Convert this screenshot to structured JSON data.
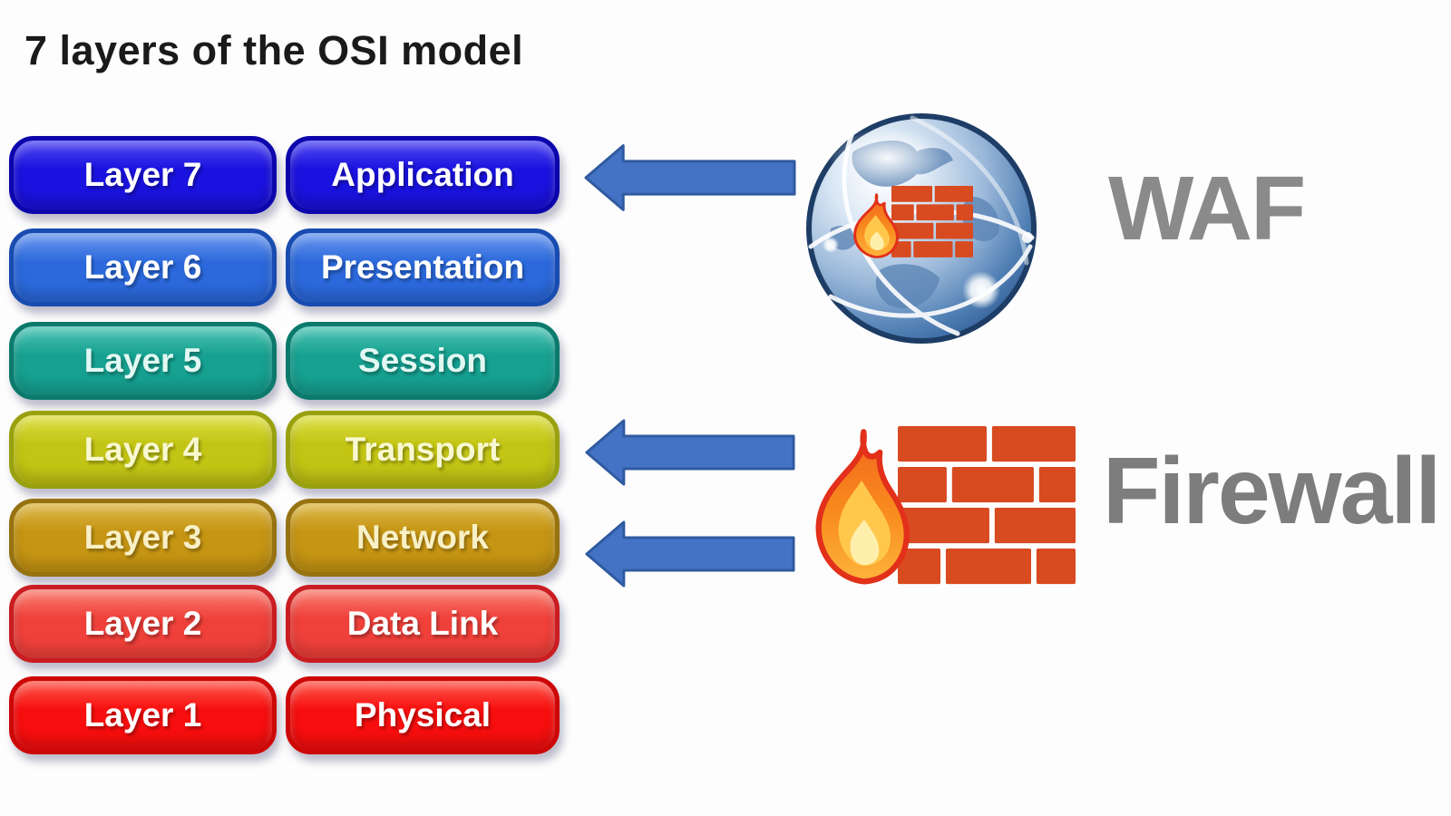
{
  "title": "7 layers of the OSI model",
  "osi_layers": [
    {
      "layer": "Layer 7",
      "name": "Application",
      "colors": {
        "fill": "#1a12df",
        "light": "#514af2",
        "border": "#0d05ac",
        "text": "#ffffff"
      }
    },
    {
      "layer": "Layer 6",
      "name": "Presentation",
      "colors": {
        "fill": "#2b69dc",
        "light": "#6a97ee",
        "border": "#194cb0",
        "text": "#ffffff"
      }
    },
    {
      "layer": "Layer 5",
      "name": "Session",
      "colors": {
        "fill": "#16a191",
        "light": "#4fc4b4",
        "border": "#0b7a6c",
        "text": "#e2f8f2"
      }
    },
    {
      "layer": "Layer 4",
      "name": "Transport",
      "colors": {
        "fill": "#c3c514",
        "light": "#dcde46",
        "border": "#98a00f",
        "text": "#f8f8d0"
      }
    },
    {
      "layer": "Layer 3",
      "name": "Network",
      "colors": {
        "fill": "#c69513",
        "light": "#dcb748",
        "border": "#967211",
        "text": "#f8f0c6"
      }
    },
    {
      "layer": "Layer 2",
      "name": "Data Link",
      "colors": {
        "fill": "#f0403a",
        "light": "#f87f72",
        "border": "#c91d22",
        "text": "#ffffff"
      }
    },
    {
      "layer": "Layer 1",
      "name": "Physical",
      "colors": {
        "fill": "#f80e0e",
        "light": "#fd5a4c",
        "border": "#cd0707",
        "text": "#ffffff"
      }
    }
  ],
  "annotations": {
    "waf": {
      "label": "WAF",
      "color": "#8a8a8a",
      "icon": "globe-with-brick-wall-and-flame-icon"
    },
    "firewall": {
      "label": "Firewall",
      "color": "#7d7d7d",
      "icon": "flame-and-brick-wall-icon"
    }
  },
  "arrows": [
    {
      "name": "waf-to-application",
      "direction": "left",
      "points_at": "Application",
      "color": "#4472c4"
    },
    {
      "name": "firewall-to-transport",
      "direction": "left",
      "points_at": "Transport",
      "color": "#4472c4"
    },
    {
      "name": "firewall-to-network",
      "direction": "left",
      "points_at": "Network",
      "color": "#4472c4"
    }
  ],
  "palette": {
    "background": "#fdfdfd",
    "title_text": "#1a1a1a",
    "arrow": "#4472c4",
    "arrow_border": "#2f5aa0",
    "brick": "#d84a20"
  }
}
